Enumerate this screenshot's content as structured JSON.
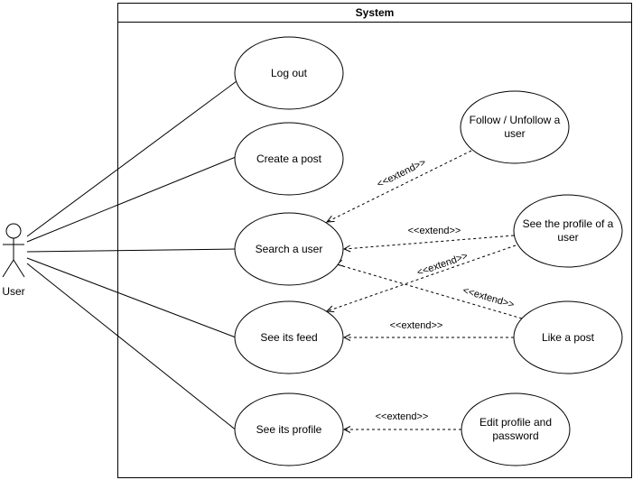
{
  "system": {
    "title": "System"
  },
  "actor": {
    "name": "User"
  },
  "use_cases": {
    "logout": "Log out",
    "create_post": "Create a post",
    "search_user": "Search a user",
    "see_feed": "See its feed",
    "see_profile": "See its profile",
    "follow": [
      "Follow / Unfollow a",
      "user"
    ],
    "profile_of_user": [
      "See the profile of a",
      "user"
    ],
    "like_post": "Like a post",
    "edit_profile": [
      "Edit profile and",
      "password"
    ]
  },
  "relations": {
    "extend_label": "<<extend>>"
  }
}
